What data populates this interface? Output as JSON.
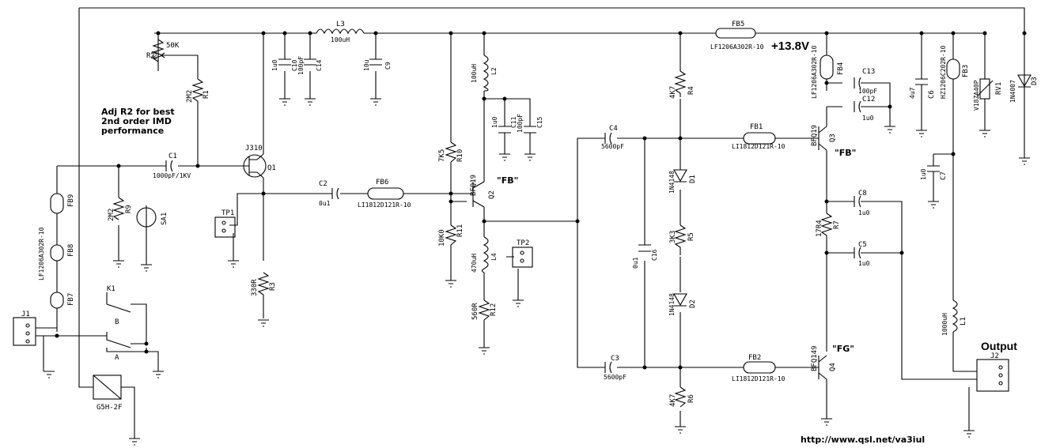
{
  "supply": {
    "voltage_label": "+13.8V"
  },
  "note": {
    "line1": "Adj R2 for best",
    "line2": "2nd order IMD",
    "line3": "performance"
  },
  "url": "http://www.qsl.net/va3iul",
  "output_label": "Output",
  "stage_labels": {
    "fb_q2": "\"FB\"",
    "fb_q3": "\"FB\"",
    "fg_q4": "\"FG\""
  },
  "components": {
    "L3": {
      "ref": "L3",
      "value": "100uH"
    },
    "FB5": {
      "ref": "FB5",
      "value": "LF1206A302R-10"
    },
    "R2": {
      "ref": "R2",
      "value": "50K"
    },
    "R1": {
      "ref": "R1",
      "value": "2M2"
    },
    "C1": {
      "ref": "C1",
      "value": "1000pF/1KV"
    },
    "C10": {
      "ref": "C10",
      "value": "1u0"
    },
    "C14": {
      "ref": "C14",
      "value": "100pF"
    },
    "C9": {
      "ref": "C9",
      "value": "10u"
    },
    "Q1": {
      "ref": "Q1",
      "value": "J310"
    },
    "L2": {
      "ref": "L2",
      "value": "100uH"
    },
    "C11": {
      "ref": "C11",
      "value": "1u0"
    },
    "C15": {
      "ref": "C15",
      "value": "100pF"
    },
    "R10": {
      "ref": "R10",
      "value": "7K5"
    },
    "Q2": {
      "ref": "Q2",
      "value": "BFQ19"
    },
    "C2": {
      "ref": "C2",
      "value": "0u1"
    },
    "FB6": {
      "ref": "FB6",
      "value": "LI1812D121R-10"
    },
    "R11": {
      "ref": "R11",
      "value": "10K0"
    },
    "L4": {
      "ref": "L4",
      "value": "470uH"
    },
    "R12": {
      "ref": "R12",
      "value": "560R"
    },
    "TP1": {
      "ref": "TP1"
    },
    "TP2": {
      "ref": "TP2"
    },
    "R3": {
      "ref": "R3",
      "value": "330R"
    },
    "FB9": {
      "ref": "FB9"
    },
    "FB8": {
      "ref": "FB8",
      "value": "LF1206A302R-10"
    },
    "FB7": {
      "ref": "FB7"
    },
    "R9": {
      "ref": "R9",
      "value": "2M2"
    },
    "SA1": {
      "ref": "SA1"
    },
    "J1": {
      "ref": "J1"
    },
    "K1": {
      "ref": "K1",
      "value": "G5H-2F",
      "pos_a": "A",
      "pos_b": "B"
    },
    "C4": {
      "ref": "C4",
      "value": "5600pF"
    },
    "C3": {
      "ref": "C3",
      "value": "5600pF"
    },
    "C16": {
      "ref": "C16",
      "value": "0u1"
    },
    "R4": {
      "ref": "R4",
      "value": "4K7"
    },
    "D1": {
      "ref": "D1",
      "value": "1N4148"
    },
    "R5": {
      "ref": "R5",
      "value": "3K3"
    },
    "D2": {
      "ref": "D2",
      "value": "1N4148"
    },
    "R6": {
      "ref": "R6",
      "value": "4K7"
    },
    "FB1": {
      "ref": "FB1",
      "value": "LI1812D121R-10"
    },
    "FB2": {
      "ref": "FB2",
      "value": "LI1812D121R-10"
    },
    "FB4": {
      "ref": "FB4",
      "value": "LF1206A302R-10"
    },
    "C13": {
      "ref": "C13",
      "value": "100pF"
    },
    "C12": {
      "ref": "C12",
      "value": "1u0"
    },
    "Q3": {
      "ref": "Q3",
      "value": "BFQ19"
    },
    "Q4": {
      "ref": "Q4",
      "value": "BFQ149"
    },
    "C8": {
      "ref": "C8",
      "value": "1u0"
    },
    "R7": {
      "ref": "R7",
      "value": "17R4"
    },
    "C5": {
      "ref": "C5",
      "value": "1u0"
    },
    "C6": {
      "ref": "C6",
      "value": "4u7"
    },
    "C7": {
      "ref": "C7",
      "value": "1u0"
    },
    "FB3": {
      "ref": "FB3",
      "value": "HZ1206C202R-10"
    },
    "RV1": {
      "ref": "RV1",
      "value": "V18ZA40P"
    },
    "D3": {
      "ref": "D3",
      "value": "1N4007"
    },
    "L1": {
      "ref": "L1",
      "value": "1000uH"
    },
    "J2": {
      "ref": "J2"
    }
  }
}
